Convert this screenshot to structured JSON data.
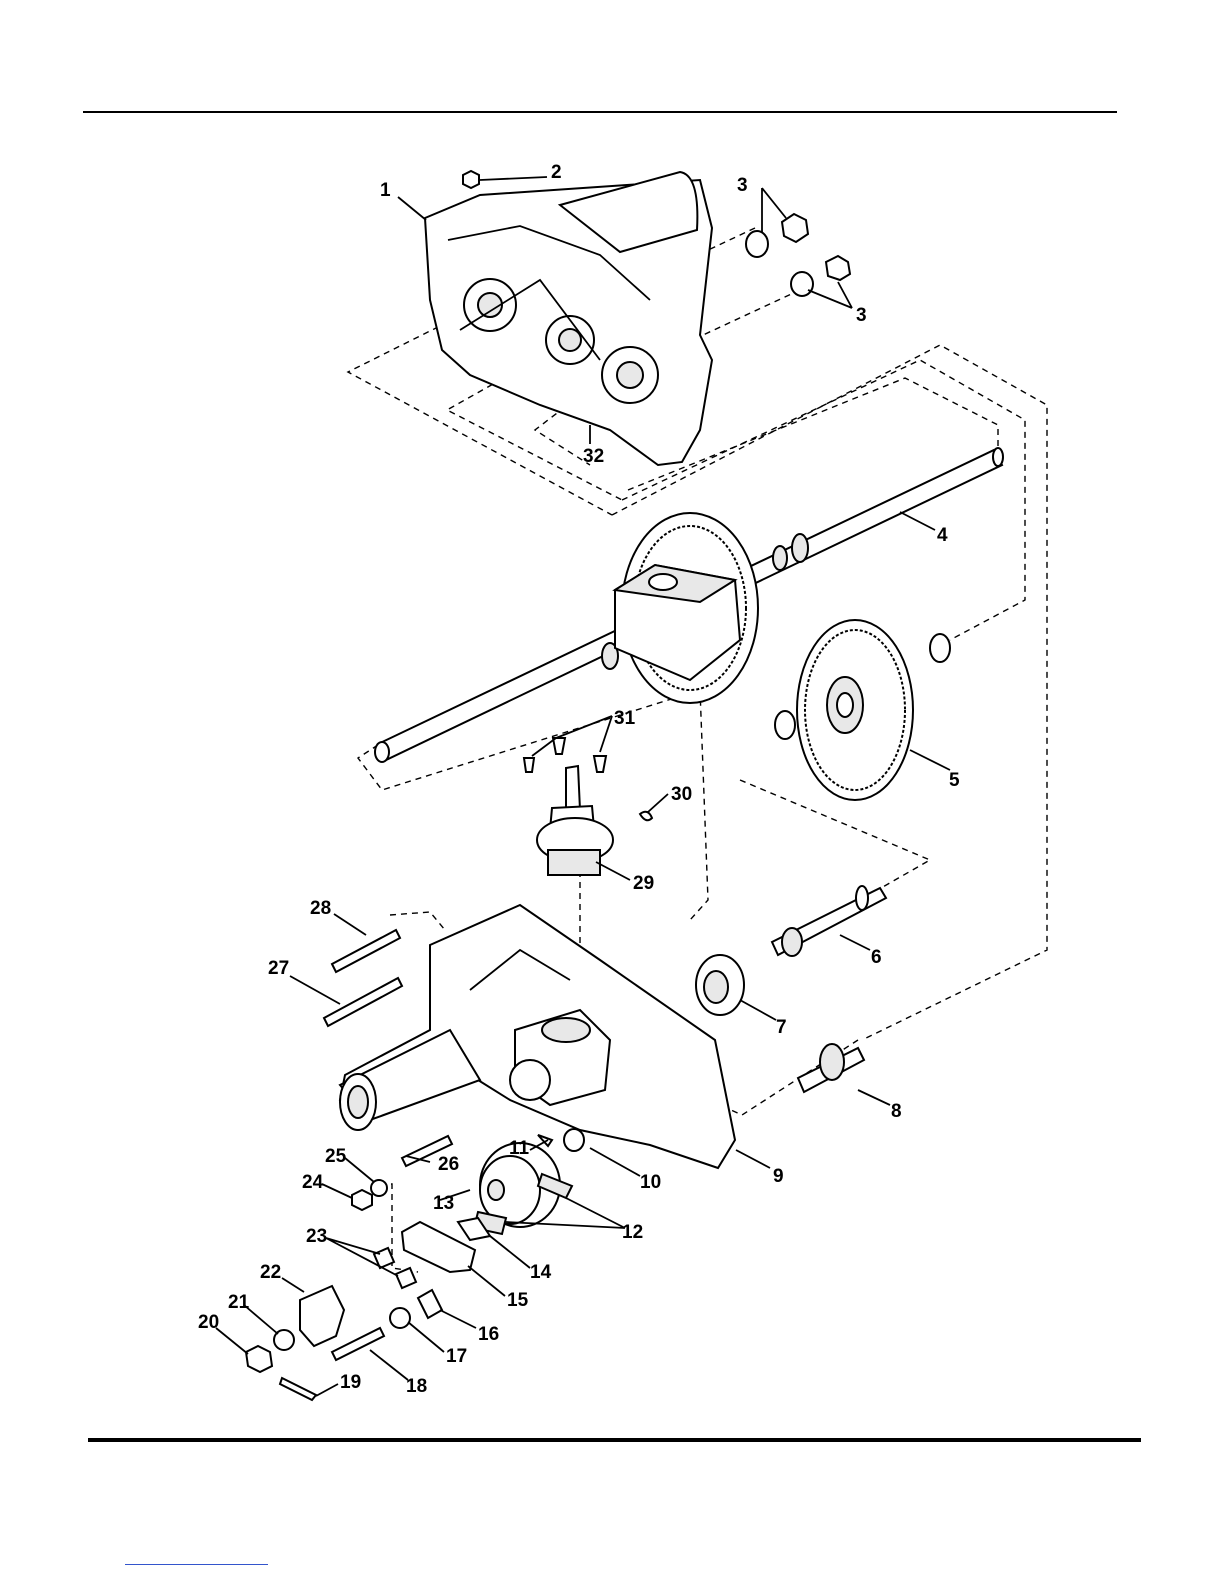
{
  "callouts": [
    {
      "id": "c1",
      "text": "1"
    },
    {
      "id": "c2",
      "text": "2"
    },
    {
      "id": "c3a",
      "text": "3"
    },
    {
      "id": "c3b",
      "text": "3"
    },
    {
      "id": "c4",
      "text": "4"
    },
    {
      "id": "c5",
      "text": "5"
    },
    {
      "id": "c6",
      "text": "6"
    },
    {
      "id": "c7",
      "text": "7"
    },
    {
      "id": "c8",
      "text": "8"
    },
    {
      "id": "c9",
      "text": "9"
    },
    {
      "id": "c10",
      "text": "10"
    },
    {
      "id": "c11",
      "text": "11"
    },
    {
      "id": "c12",
      "text": "12"
    },
    {
      "id": "c13",
      "text": "13"
    },
    {
      "id": "c14",
      "text": "14"
    },
    {
      "id": "c15",
      "text": "15"
    },
    {
      "id": "c16",
      "text": "16"
    },
    {
      "id": "c17",
      "text": "17"
    },
    {
      "id": "c18",
      "text": "18"
    },
    {
      "id": "c19",
      "text": "19"
    },
    {
      "id": "c20",
      "text": "20"
    },
    {
      "id": "c21",
      "text": "21"
    },
    {
      "id": "c22",
      "text": "22"
    },
    {
      "id": "c23",
      "text": "23"
    },
    {
      "id": "c24",
      "text": "24"
    },
    {
      "id": "c25",
      "text": "25"
    },
    {
      "id": "c26",
      "text": "26"
    },
    {
      "id": "c27",
      "text": "27"
    },
    {
      "id": "c28",
      "text": "28"
    },
    {
      "id": "c29",
      "text": "29"
    },
    {
      "id": "c30",
      "text": "30"
    },
    {
      "id": "c31",
      "text": "31"
    },
    {
      "id": "c32",
      "text": "32"
    }
  ],
  "colors": {
    "ink": "#000000",
    "paper": "#ffffff",
    "link": "#3355cc"
  }
}
